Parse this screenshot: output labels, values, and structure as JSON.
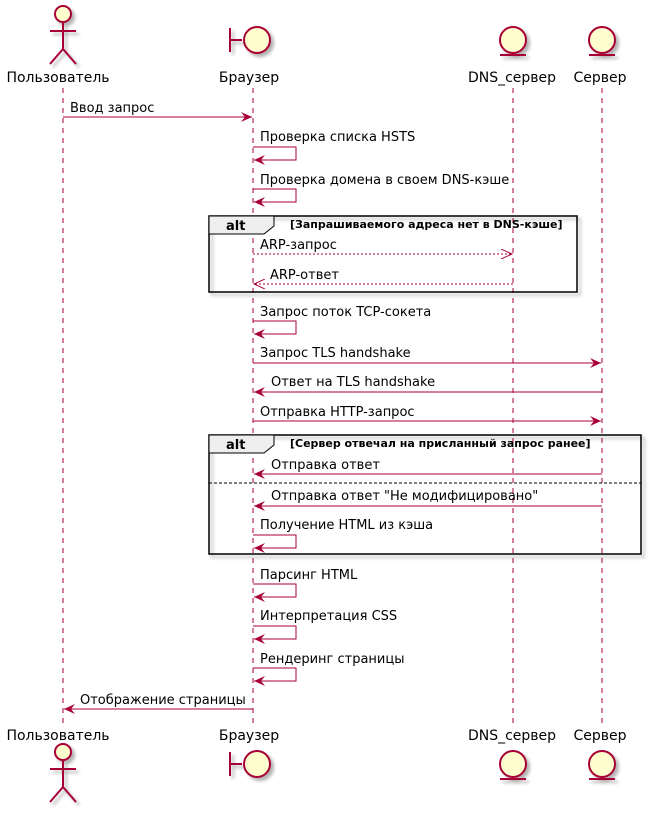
{
  "participants": [
    {
      "id": "user",
      "kind": "actor",
      "label": "Пользователь"
    },
    {
      "id": "browser",
      "kind": "boundary",
      "label": "Браузер"
    },
    {
      "id": "dns",
      "kind": "entity",
      "label": "DNS_сервер"
    },
    {
      "id": "server",
      "kind": "entity",
      "label": "Сервер"
    }
  ],
  "messages": [
    {
      "from": "user",
      "to": "browser",
      "label": "Ввод запрос",
      "style": "solid"
    },
    {
      "from": "browser",
      "to": "browser",
      "label": "Проверка списка HSTS",
      "style": "self"
    },
    {
      "from": "browser",
      "to": "browser",
      "label": "Проверка домена в своем DNS-кэше",
      "style": "self"
    },
    {
      "from": "browser",
      "to": "dns",
      "label": "ARP-запрос",
      "style": "dashed"
    },
    {
      "from": "dns",
      "to": "browser",
      "label": "ARP-ответ",
      "style": "dashed"
    },
    {
      "from": "browser",
      "to": "browser",
      "label": "Запрос поток TCP-сокета",
      "style": "self"
    },
    {
      "from": "browser",
      "to": "server",
      "label": "Запрос TLS handshake",
      "style": "solid"
    },
    {
      "from": "server",
      "to": "browser",
      "label": "Ответ на TLS handshake",
      "style": "solid"
    },
    {
      "from": "browser",
      "to": "server",
      "label": "Отправка HTTP-запрос",
      "style": "solid"
    },
    {
      "from": "server",
      "to": "browser",
      "label": "Отправка ответ",
      "style": "solid"
    },
    {
      "from": "server",
      "to": "browser",
      "label": "Отправка ответ \"Не модифицировано\"",
      "style": "solid"
    },
    {
      "from": "browser",
      "to": "browser",
      "label": "Получение HTML из кэша",
      "style": "self"
    },
    {
      "from": "browser",
      "to": "browser",
      "label": "Парсинг HTML",
      "style": "self"
    },
    {
      "from": "browser",
      "to": "browser",
      "label": "Интерпретация CSS",
      "style": "self"
    },
    {
      "from": "browser",
      "to": "browser",
      "label": "Рендеринг страницы",
      "style": "self"
    },
    {
      "from": "browser",
      "to": "user",
      "label": "Отображение страницы",
      "style": "solid"
    }
  ],
  "fragments": [
    {
      "keyword": "alt",
      "condition": "[Запрашиваемого адреса нет в DNS-кэше]"
    },
    {
      "keyword": "alt",
      "condition": "[Сервер отвечал на присланный запрос ранее]"
    }
  ],
  "colors": {
    "line": "#a80036",
    "fill": "#fefece",
    "text": "#000000"
  }
}
